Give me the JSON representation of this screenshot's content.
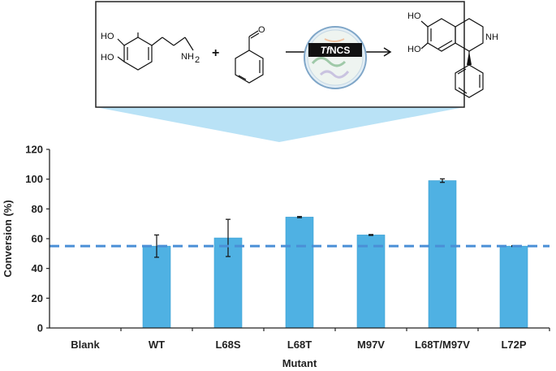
{
  "scheme": {
    "reactant1": {
      "oh_top": "HO",
      "oh_bottom": "HO",
      "amine": "NH",
      "amine_sub": "2"
    },
    "plus": "+",
    "aldehyde": {
      "oxygen": "O"
    },
    "enzyme_label_italic": "Tf",
    "enzyme_label_rest": "NCS",
    "product": {
      "oh_top": "HO",
      "oh_bottom": "HO",
      "nh": "NH"
    }
  },
  "colors": {
    "bar": "#4fb1e3",
    "bar_edge": "#3b9fd3",
    "reference_line": "#4a8fd6",
    "callout": "#b9e2f6",
    "axis": "#222222",
    "enzyme_label_bg": "#111111"
  },
  "chart_data": {
    "type": "bar",
    "xlabel": "Mutant",
    "ylabel": "Conversion (%)",
    "ylim": [
      0,
      120
    ],
    "yticks": [
      "0",
      "20",
      "40",
      "60",
      "80",
      "100",
      "120"
    ],
    "categories": [
      "Blank",
      "WT",
      "L68S",
      "L68T",
      "M97V",
      "L68T/M97V",
      "L72P"
    ],
    "values": [
      0,
      55,
      60.5,
      74.5,
      62.5,
      99,
      55
    ],
    "errors": [
      0,
      7.5,
      12.5,
      0.4,
      0.3,
      1.2,
      0.3
    ],
    "reference_line": {
      "value": 55,
      "style": "dashed"
    },
    "grid": false,
    "legend": "none"
  }
}
